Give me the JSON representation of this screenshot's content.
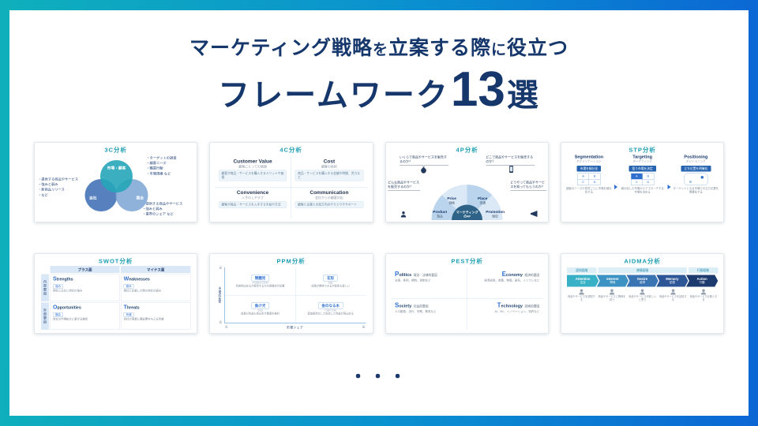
{
  "colors": {
    "border_gradient_left": "#0fb0bc",
    "border_gradient_right": "#0b66d4",
    "title_navy": "#16376b",
    "card_title_teal": "#1a9cb0",
    "accent_blue": "#2e6fd0"
  },
  "title": {
    "line1": [
      {
        "text": "マーケティング戦略"
      },
      {
        "text": "を"
      },
      {
        "text": "立案する際"
      },
      {
        "text": "に"
      },
      {
        "text": "役立つ"
      }
    ],
    "line2_pre": "フレームワーク",
    "line2_number": "13",
    "line2_suffix": "選"
  },
  "footer": {
    "more": "・・・"
  },
  "cards": {
    "c3c": {
      "title": "3C分析",
      "circle_top": "市場・顧客",
      "circle_left": "自社",
      "circle_right": "競合",
      "market_points": [
        "ターゲットの調査",
        "顧客ニーズ",
        "購買行動",
        "市場規模 など"
      ],
      "company_points": [
        "提供する商品やサービス",
        "強みと弱み",
        "新商品リリース",
        "など"
      ],
      "competitor_points": [
        "提供する商品やサービス",
        "強みと弱み",
        "業界のシェア など"
      ]
    },
    "c4c": {
      "title": "4C分析",
      "items": [
        {
          "en": "Customer Value",
          "ja": "顧客にとっての価値",
          "desc": "顧客が商品・サービスを購入するメリットや価値"
        },
        {
          "en": "Cost",
          "ja": "顧客の負担",
          "desc": "商品・サービスを購入する金額や時間、労力など"
        },
        {
          "en": "Convenience",
          "ja": "入手のしやすさ",
          "desc": "顧客が商品・サービスを入手する手段や方法"
        },
        {
          "en": "Communication",
          "ja": "会社からの顧客対応",
          "desc": "顧客と企業との双方向のやりとりやサポート"
        }
      ]
    },
    "c4p": {
      "title": "4P分析",
      "question_top_left": "いくらで商品やサービスを販売するのか？",
      "question_top_right": "どこで商品やサービスを販売するのか？",
      "question_left": "どんな商品やサービスを販売するのか？",
      "question_right": "どうやって商品やサービスを知ってもらうのか？",
      "center_label": "マーケティングの4P",
      "segments": [
        {
          "en": "Price",
          "ja": "価格"
        },
        {
          "en": "Place",
          "ja": "流通"
        },
        {
          "en": "Product",
          "ja": "製品"
        },
        {
          "en": "Promotion",
          "ja": "販促"
        }
      ]
    },
    "cstp": {
      "title": "STP分析",
      "columns": [
        {
          "en": "Segmentation",
          "ja": "セグメンテーション",
          "pill": "市場を細分化",
          "desc": "顧客のニーズや性質ごとに市場を細分化する",
          "cells": [
            "A",
            "B",
            "C",
            "D"
          ]
        },
        {
          "en": "Targeting",
          "ja": "ターゲティング",
          "pill": "狙う市場を決定",
          "desc": "細分化した市場からアプローチする市場を決める",
          "cells": [
            "A",
            "B",
            "C",
            "D"
          ]
        },
        {
          "en": "Positioning",
          "ja": "ポジショニング",
          "pill": "立ち位置を明確化",
          "desc": "ターゲットとなる市場での立ち位置を明確化する"
        }
      ]
    },
    "cswot": {
      "title": "SWOT分析",
      "header_plus": "プラス面",
      "header_minus": "マイナス面",
      "row_internal": "内部要因",
      "row_external": "外部要因",
      "cells": [
        {
          "initial": "S",
          "rest": "trengths",
          "ja": "強み",
          "desc": "他社にはない自社の強み"
        },
        {
          "initial": "W",
          "rest": "eaknesses",
          "ja": "弱み",
          "desc": "他社と比較した際の自社の弱み"
        },
        {
          "initial": "O",
          "rest": "pportunities",
          "ja": "機会",
          "desc": "自社の市場拡大に繋がる機会"
        },
        {
          "initial": "T",
          "rest": "hreats",
          "ja": "脅威",
          "desc": "自社の事業に悪影響を与える脅威"
        }
      ]
    },
    "cppm": {
      "title": "PPM分析",
      "y_axis": "市場成長率",
      "x_axis": "市場シェア",
      "y_high": "高",
      "y_low": "低",
      "x_low": "低",
      "x_high": "高",
      "quadrants": [
        {
          "ja": "問題児",
          "en": "Problem Child",
          "desc": "将来性はあるが投資するかの見極めが必要"
        },
        {
          "ja": "花形",
          "en": "Star",
          "desc": "成長が期待できるが競争も激しい"
        },
        {
          "ja": "負け犬",
          "en": "Dog",
          "desc": "成長も利益も見込めず撤退を検討"
        },
        {
          "ja": "金のなる木",
          "en": "Cash Cow",
          "desc": "追加投資なしで安定した利益が見込める"
        }
      ]
    },
    "cpest": {
      "title": "PEST分析",
      "items": [
        {
          "initial": "P",
          "rest": "olitics",
          "ja": "政治・法律的要因",
          "desc": "法律、条例、規制、税制など"
        },
        {
          "initial": "E",
          "rest": "conomy",
          "ja": "経済的要因",
          "desc": "経済成長、為替、物価、景気、インフレなど"
        },
        {
          "initial": "S",
          "rest": "ociety",
          "ja": "社会的要因",
          "desc": "人口動態、流行、宗教、教育など"
        },
        {
          "initial": "T",
          "rest": "echnology",
          "ja": "技術的要因",
          "desc": "AI、5G、イノベーション、特許など"
        }
      ]
    },
    "caidma": {
      "title": "AIDMA分析",
      "stages": [
        "認知段階",
        "感情段階",
        "行動段階"
      ],
      "steps": [
        {
          "en": "Attention",
          "ja": "注目",
          "desc": "商品やサービスを認知する"
        },
        {
          "en": "Interest",
          "ja": "興味",
          "desc": "商品やサービスに興味を持つ"
        },
        {
          "en": "Desire",
          "ja": "欲求",
          "desc": "商品やサービスが欲しいと思う"
        },
        {
          "en": "Memory",
          "ja": "記憶",
          "desc": "商品やサービスを記憶する"
        },
        {
          "en": "Action",
          "ja": "行動",
          "desc": "商品やサービスを購入する"
        }
      ]
    }
  }
}
